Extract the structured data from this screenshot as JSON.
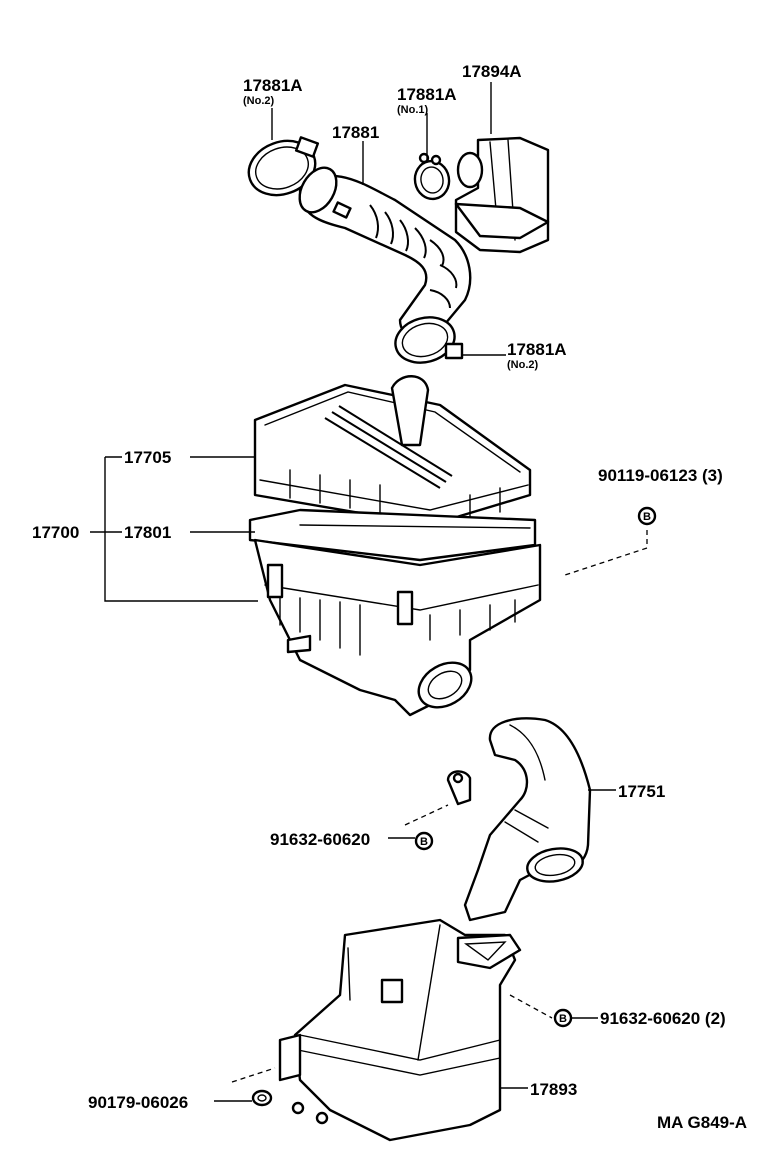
{
  "labels": {
    "p17881A_no2_top": "17881A",
    "p17881A_no2_top_sub": "(No.2)",
    "p17881A_no1": "17881A",
    "p17881A_no1_sub": "(No.1)",
    "p17894A": "17894A",
    "p17881": "17881",
    "p17881A_no2_bottom": "17881A",
    "p17881A_no2_bottom_sub": "(No.2)",
    "p17705": "17705",
    "p17700": "17700",
    "p17801": "17801",
    "p90119": "90119-06123 (3)",
    "p17751": "17751",
    "p91632_a": "91632-60620",
    "p91632_b": "91632-60620 (2)",
    "p17893": "17893",
    "p90179": "90179-06026",
    "marker_b": "B",
    "figure_code": "MA G849-A"
  }
}
